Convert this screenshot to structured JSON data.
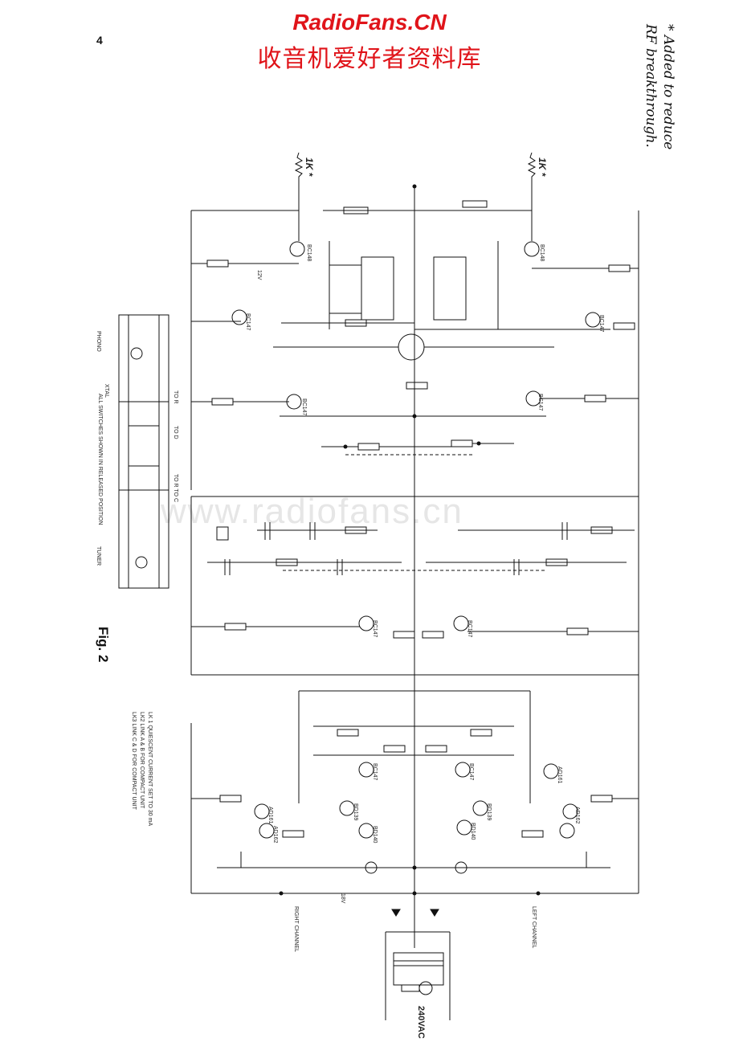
{
  "header": {
    "site_name": "RadioFans.CN",
    "site_tagline": "收音机爱好者资料库"
  },
  "page": {
    "page_number": "4",
    "figure_label": "Fig. 2",
    "watermark": "www.radiofans.cn"
  },
  "handwritten_note": {
    "line1": "* Added to reduce",
    "line2": "RF breakthrough.",
    "resistor_mark_left": "1K *",
    "resistor_mark_right": "1K *"
  },
  "switch_panel": {
    "phono_label": "PHONO",
    "xtal_label": "XTAL",
    "tuner_label": "TUNER",
    "switch_note": "ALL SWITCHES SHOWN IN RELEASED POSITION",
    "tag_top": "TO R",
    "tag_mid": "TO D",
    "tag_bottom": "TO R TO C"
  },
  "link_notes": {
    "lk1": "LK 1  QUIESCENT CURRENT SET TO 30 mA",
    "lk2": "LK2  LINK A & B FOR COMPACT UNIT",
    "lk3": "LK3  LINK C & D FOR COMPACT UNIT"
  },
  "channels": {
    "right": "RIGHT CHANNEL",
    "left": "LEFT CHANNEL"
  },
  "power": {
    "mains": "240VAC",
    "rail_label_1": "18V",
    "rail_label_2": "12V"
  },
  "transistors_left": [
    "BC148",
    "BC147",
    "BC147",
    "BC147",
    "BC147",
    "BD139",
    "BD140",
    "AD161",
    "AD162"
  ],
  "transistors_right": [
    "BC148",
    "BC147",
    "BC147",
    "BC147",
    "BC147",
    "BD139",
    "BD140",
    "AD161",
    "AD162"
  ]
}
